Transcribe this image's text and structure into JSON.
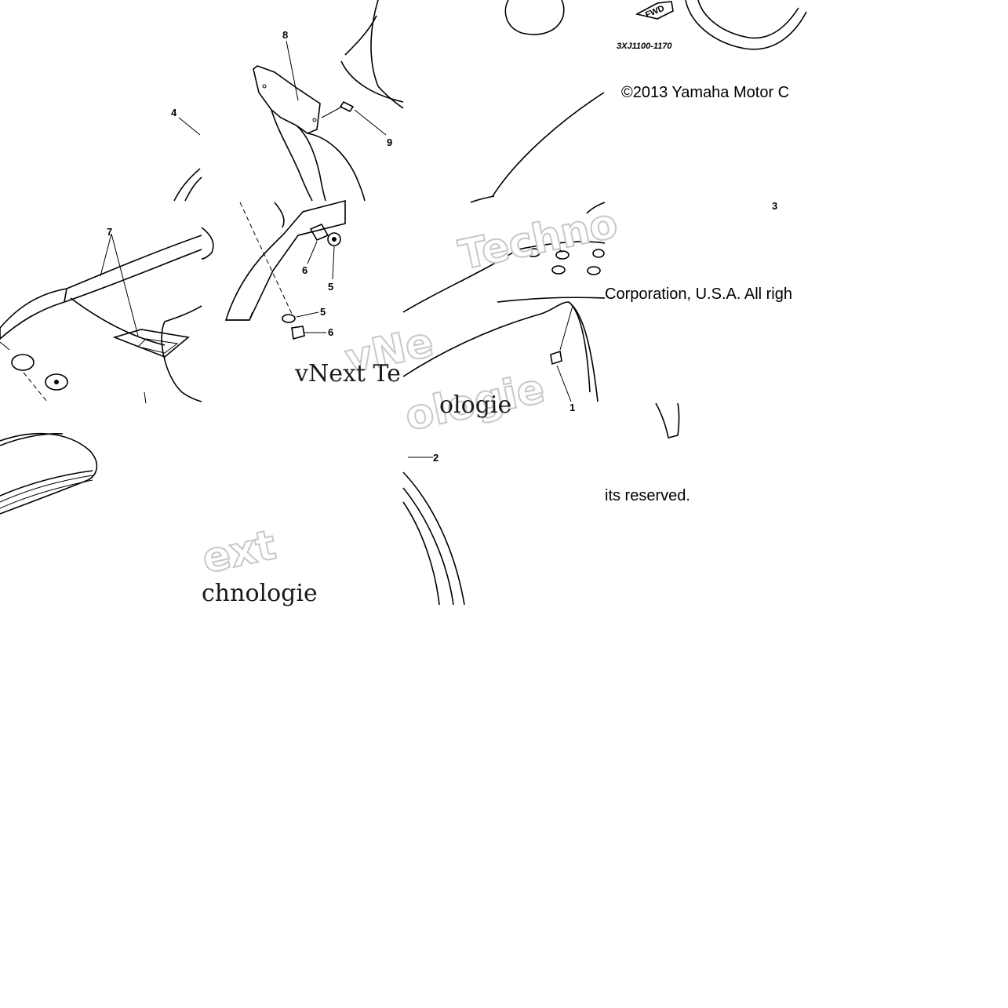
{
  "diagram": {
    "callouts": [
      "8",
      "4",
      "9",
      "7",
      "6",
      "5",
      "5",
      "6",
      "3",
      "1",
      "2"
    ],
    "part_code": "3XJ1100-1170",
    "fwd_label": "FWD",
    "copyright": {
      "line1": "©2013 Yamaha Motor C",
      "line2": "Corporation, U.S.A. All righ",
      "line3": "its reserved."
    },
    "watermarks": {
      "serif_a": "vNext Te",
      "serif_b": "chnologie",
      "serif_c": "ologie",
      "outline_a": "Techno",
      "outline_b": "vNe",
      "outline_c": "ext",
      "outline_d": "ologie"
    }
  }
}
